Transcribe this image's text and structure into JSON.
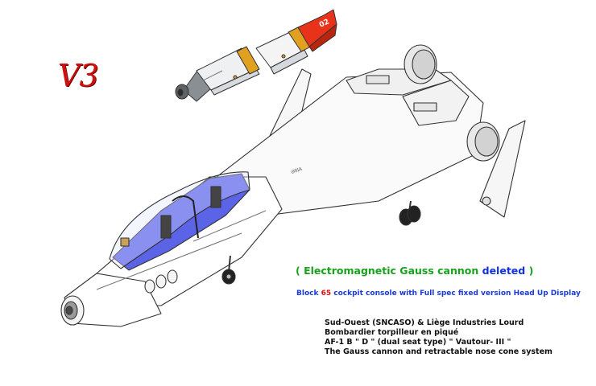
{
  "logo": {
    "text": "V3"
  },
  "missile": {
    "marking": "02"
  },
  "airframe": {
    "nose_marking": "ƏIIIA"
  },
  "captions": {
    "gauss_open": "( Electromagnetic Gauss cannon ",
    "gauss_highlight": "deleted",
    "gauss_close": " )",
    "block_prefix": "Block ",
    "block_number": "65",
    "block_suffix": " cockpit console with Full spec fixed version Head Up Display"
  },
  "description": {
    "line1": "Sud-Ouest (SNCASO) & Liège Industries Lourd",
    "line2": "Bombardier torpilleur en piqué",
    "line3": "AF-1 B \" D \" (dual seat type)  \" Vautour- III \"",
    "line4": "The  Gauss cannon and retractable nose cone  system"
  },
  "colors": {
    "logo_red": "#cc1111",
    "missile_nose": "#e8331a",
    "missile_band": "#e0a020",
    "canopy_interior": "#5b63e6",
    "caption_green": "#17a21c",
    "caption_blue": "#1a3ad8",
    "highlight_red": "#e01010"
  }
}
